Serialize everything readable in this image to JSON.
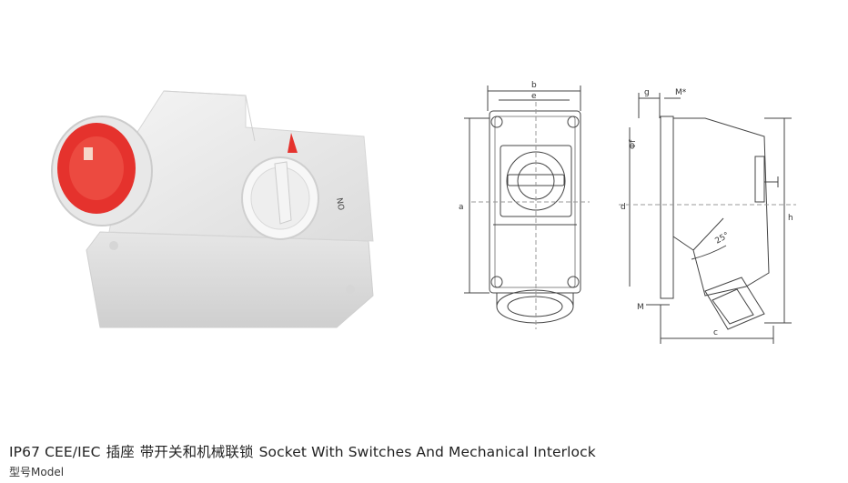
{
  "photo": {
    "switch_label": "NO"
  },
  "front_view": {
    "dim_b": "b",
    "dim_e": "e",
    "dim_a": "a"
  },
  "side_view": {
    "dim_g": "g",
    "dim_mstar": "M*",
    "dim_phi_f": "Φf",
    "dim_d": "d",
    "dim_h": "h",
    "dim_m": "M",
    "dim_c": "c",
    "angle": "25°"
  },
  "caption": {
    "standard": "IP67 CEE/IEC",
    "cn_product": "插座",
    "cn_feature": "带开关和机械联锁",
    "en_title": "Socket With Switches And Mechanical Interlock"
  },
  "model_label": "型号Model",
  "colors": {
    "accent_red": "#e5322d",
    "body_grey": "#ececec",
    "line": "#444444"
  }
}
